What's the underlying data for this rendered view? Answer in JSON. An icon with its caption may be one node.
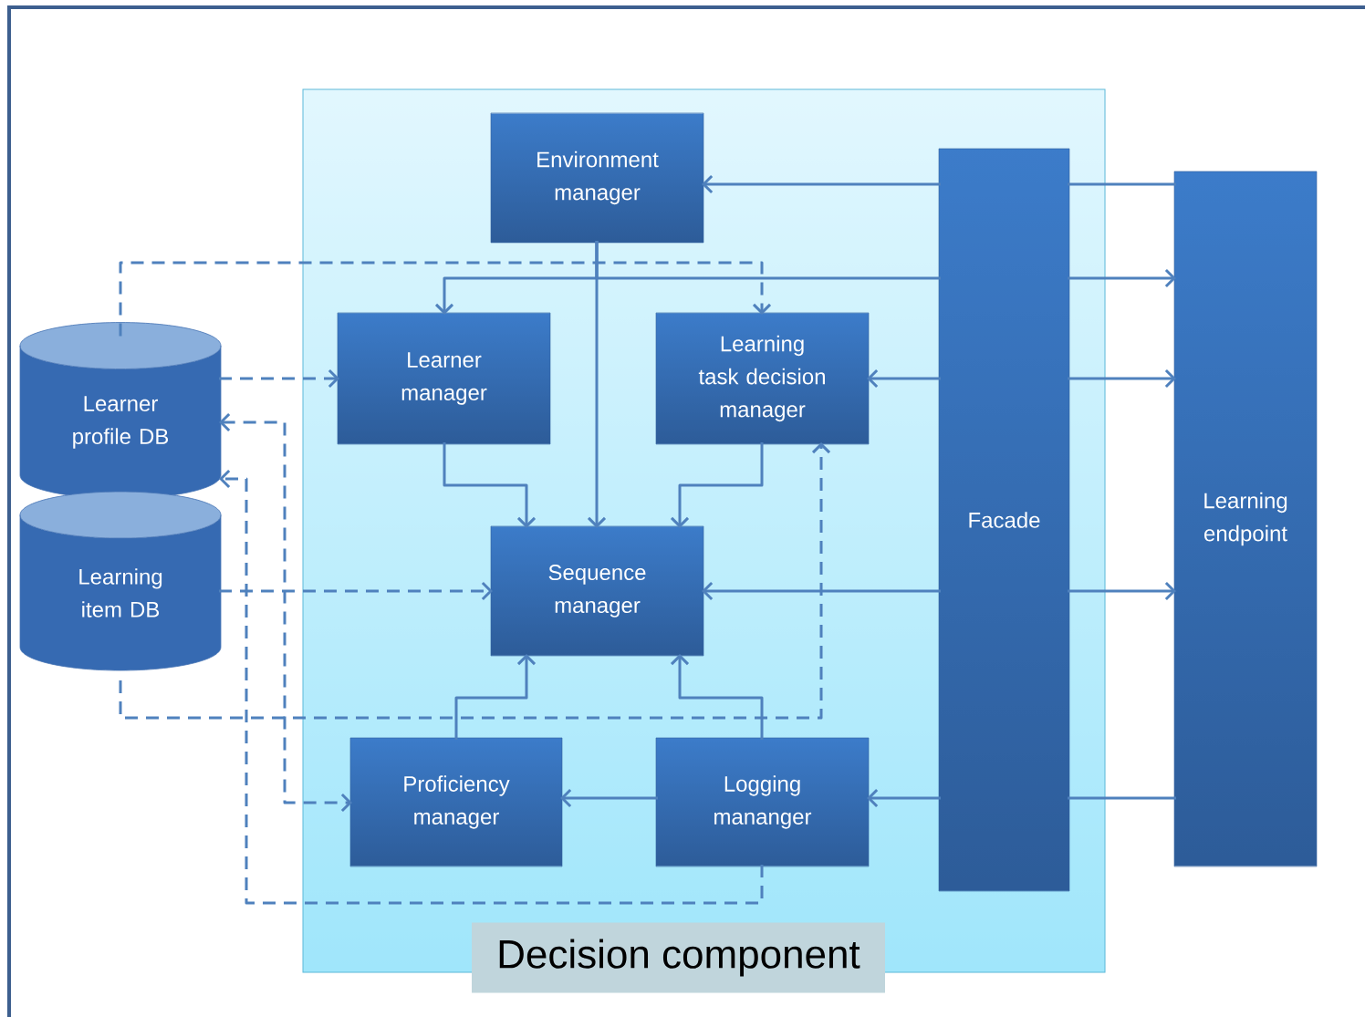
{
  "diagram": {
    "nodes": [
      {
        "text": [
          "Decision component"
        ]
      },
      {
        "text": [
          "Environment manager"
        ],
        "in": 0
      },
      {
        "text": [
          "Learner manager"
        ],
        "in": 0
      },
      {
        "text": [
          "Learning task decision manager"
        ],
        "in": 0
      },
      {
        "text": [
          "Sequence manager"
        ],
        "in": 0
      },
      {
        "text": [
          "Proficiency manager"
        ],
        "in": 0
      },
      {
        "text": [
          "Logging mananger"
        ],
        "in": 0
      },
      {
        "text": [
          "Facade"
        ],
        "in": 0
      },
      {
        "text": [
          "Learner profile DB"
        ]
      },
      {
        "text": [
          "Learning item DB"
        ]
      },
      {
        "text": [
          "Learning endpoint"
        ]
      }
    ],
    "edges": [
      {
        "from": 10,
        "to": 7,
        "arrow": "none"
      },
      {
        "from": 7,
        "to": 1,
        "arrow": "to"
      },
      {
        "from": 1,
        "to": 2,
        "arrow": "to"
      },
      {
        "from": 1,
        "to": 7,
        "arrow": "none"
      },
      {
        "from": 7,
        "to": 10,
        "arrow": "to"
      },
      {
        "from": 1,
        "to": 4,
        "arrow": "to"
      },
      {
        "from": 8,
        "to": 3,
        "arrow": "to",
        "style": "dashed"
      },
      {
        "from": 8,
        "to": 2,
        "arrow": "to",
        "style": "dashed"
      },
      {
        "from": 2,
        "to": 4,
        "arrow": "to"
      },
      {
        "from": 3,
        "to": 4,
        "arrow": "to"
      },
      {
        "from": 7,
        "to": 3,
        "arrow": "to"
      },
      {
        "from": 7,
        "to": 10,
        "arrow": "to"
      },
      {
        "from": 7,
        "to": 4,
        "arrow": "to"
      },
      {
        "from": 7,
        "to": 10,
        "arrow": "to"
      },
      {
        "from": 9,
        "to": 4,
        "arrow": "to",
        "style": "dashed"
      },
      {
        "from": 9,
        "to": 3,
        "arrow": "to",
        "style": "dashed"
      },
      {
        "from": 8,
        "to": 5,
        "arrow": "both",
        "style": "dashed"
      },
      {
        "from": 6,
        "to": 8,
        "arrow": "to",
        "style": "dashed"
      },
      {
        "from": 5,
        "to": 4,
        "arrow": "to"
      },
      {
        "from": 6,
        "to": 4,
        "arrow": "to"
      },
      {
        "from": 6,
        "to": 5,
        "arrow": "to"
      },
      {
        "from": 10,
        "to": 7,
        "arrow": "none"
      },
      {
        "from": 7,
        "to": 6,
        "arrow": "to"
      }
    ]
  }
}
